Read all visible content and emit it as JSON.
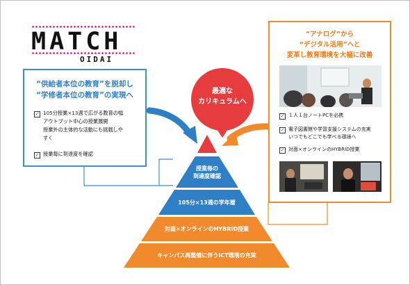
{
  "logo": {
    "main": "MATCH",
    "sub": "OIDAI"
  },
  "left_box": {
    "title_line1": "“供給者本位の教育”を脱却し",
    "title_line2": "“学修者本位の教育”の実現へ",
    "items": [
      {
        "lines": [
          "105分授業×13週で広がる教育の幅",
          "アウトプット中心の授業展開",
          "授業外の主体的な活動にも挑戦しや",
          "すく"
        ]
      },
      {
        "lines": [
          "授業毎に到達度を確認"
        ]
      }
    ]
  },
  "bubble": {
    "line1": "最適な",
    "line2": "カリキュラムへ"
  },
  "right_box": {
    "title_line1": "“アナログ”から",
    "title_line2": "“デジタル活用”へと",
    "title_line3": "変革し教育環境を大幅に改善",
    "items": [
      {
        "lines": [
          "１人１台ノートPCを必携"
        ]
      },
      {
        "lines": [
          "電子図書館や学習支援システムの充実",
          "いつでもどこでも学べる環境へ"
        ]
      },
      {
        "lines": [
          "対面×オンラインのHYBRID授業"
        ]
      }
    ]
  },
  "pyramid": {
    "tiers": [
      {
        "line1": "授業毎の",
        "line2": "到達度確認",
        "color": "#2f7fc6"
      },
      {
        "line1": "105分×13週の学年暦",
        "color": "#2f7fc6"
      },
      {
        "line1": "対面×オンラインのHYBRID授業",
        "color": "#f08a2c"
      },
      {
        "line1": "キャンパス再整備に伴うICT環境の充実",
        "color": "#f08a2c"
      }
    ],
    "apex_color": "#e73c3e"
  },
  "colors": {
    "blue": "#2f7fc6",
    "orange": "#f08a2c",
    "red": "#e73c3e",
    "pink": "#e4007f"
  }
}
